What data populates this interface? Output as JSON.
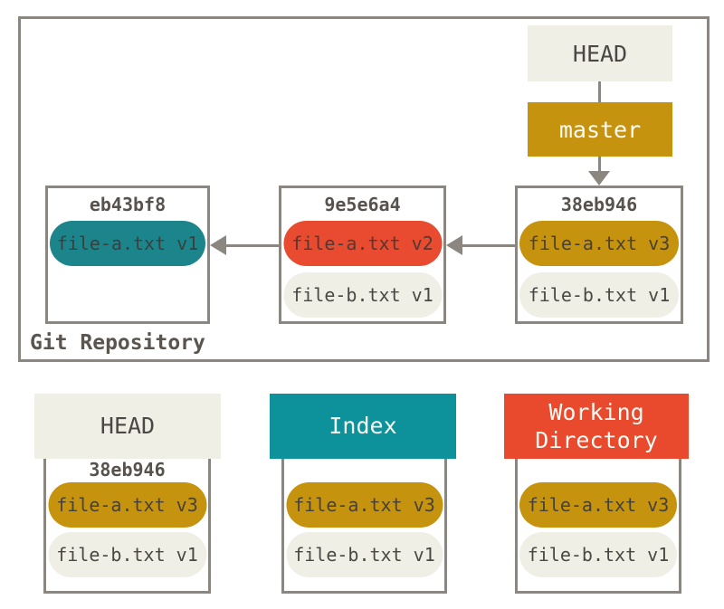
{
  "colors": {
    "page_bg": "#FFFFFF",
    "border": "#8C8680",
    "arrow": "#8C8680",
    "repo_label_text": "#5B5550",
    "hash_text": "#57524D",
    "cream": {
      "bg": "#F0EFE6",
      "fg": "#4B4744"
    },
    "gold": {
      "bg": "#C6930F",
      "fg": "#474137"
    },
    "gold_header": {
      "bg": "#C6930F",
      "fg": "#FBFAF4"
    },
    "teal": {
      "bg": "#1C858C",
      "fg": "#39403E"
    },
    "teal_header": {
      "bg": "#0D929B",
      "fg": "#F7F6F0"
    },
    "red": {
      "bg": "#E84B30",
      "fg": "#4F3A34"
    },
    "red_header": {
      "bg": "#E9492D",
      "fg": "#FBFAF4"
    }
  },
  "repository": {
    "label": "Git Repository",
    "head": {
      "label": "HEAD",
      "color": "cream"
    },
    "branch": {
      "label": "master",
      "color": "gold_header"
    },
    "commits": [
      {
        "hash": "eb43bf8",
        "files": [
          {
            "label": "file-a.txt v1",
            "color": "teal"
          }
        ]
      },
      {
        "hash": "9e5e6a4",
        "files": [
          {
            "label": "file-a.txt v2",
            "color": "red"
          },
          {
            "label": "file-b.txt v1",
            "color": "cream"
          }
        ]
      },
      {
        "hash": "38eb946",
        "files": [
          {
            "label": "file-a.txt v3",
            "color": "gold"
          },
          {
            "label": "file-b.txt v1",
            "color": "cream"
          }
        ]
      }
    ]
  },
  "areas": [
    {
      "title": "HEAD",
      "header_color": "cream",
      "hash": "38eb946",
      "files": [
        {
          "label": "file-a.txt v3",
          "color": "gold"
        },
        {
          "label": "file-b.txt v1",
          "color": "cream"
        }
      ]
    },
    {
      "title": "Index",
      "header_color": "teal_header",
      "files": [
        {
          "label": "file-a.txt v3",
          "color": "gold"
        },
        {
          "label": "file-b.txt v1",
          "color": "cream"
        }
      ]
    },
    {
      "title": "Working Directory",
      "header_color": "red_header",
      "files": [
        {
          "label": "file-a.txt v3",
          "color": "gold"
        },
        {
          "label": "file-b.txt v1",
          "color": "cream"
        }
      ]
    }
  ]
}
